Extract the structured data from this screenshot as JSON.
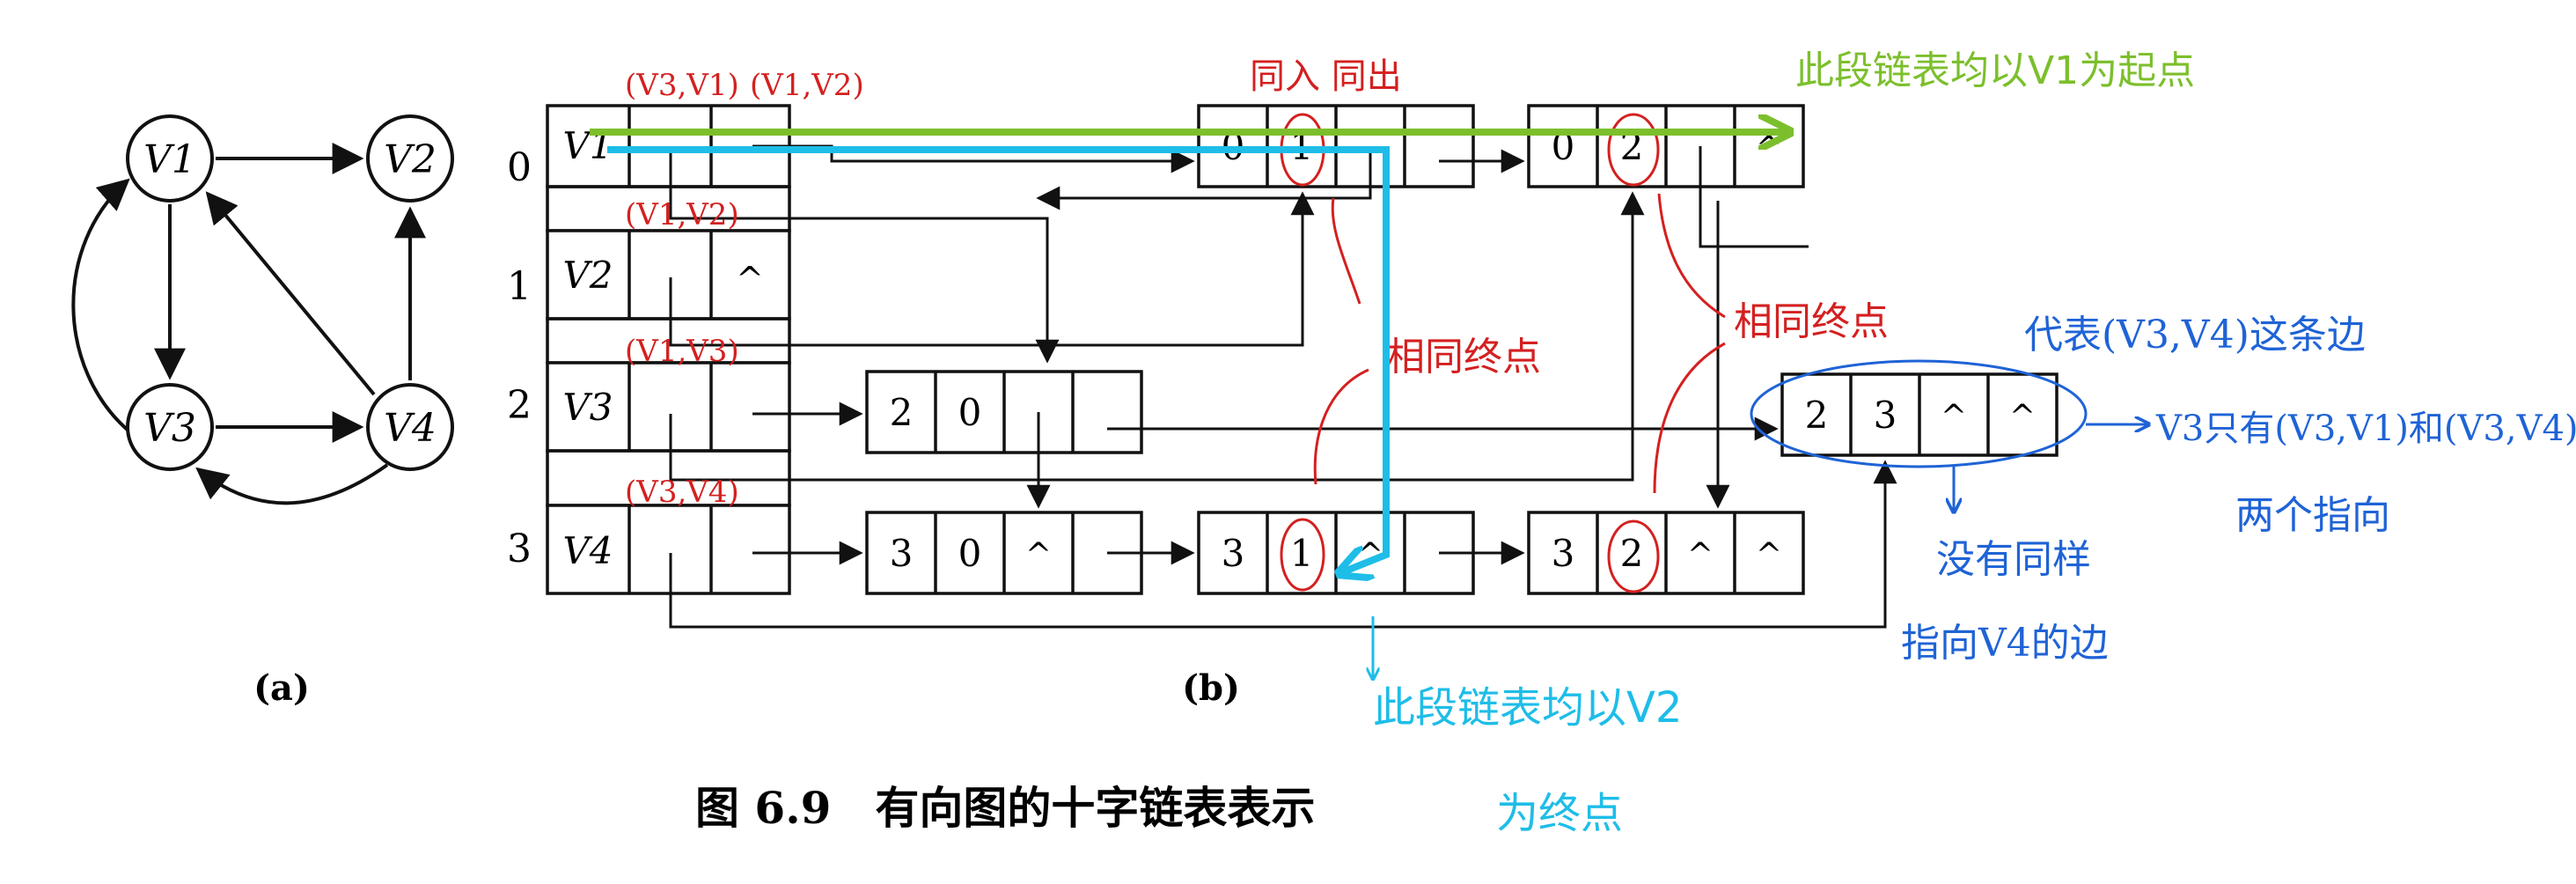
{
  "graph": {
    "v1": "V1",
    "v2": "V2",
    "v3": "V3",
    "v4": "V4",
    "label": "(a)"
  },
  "list": {
    "label": "(b)",
    "rows": {
      "r0": "0",
      "r1": "1",
      "r2": "2",
      "r3": "3"
    },
    "vertices": {
      "v1": "V1",
      "v2": "V2",
      "v3": "V3",
      "v4": "V4"
    },
    "v2_null": "^",
    "arcs": {
      "a01": {
        "t": "0",
        "h": "1"
      },
      "a02": {
        "t": "0",
        "h": "2",
        "tl": "^"
      },
      "a20": {
        "t": "2",
        "h": "0"
      },
      "a30": {
        "t": "3",
        "h": "0",
        "hl": "^"
      },
      "a31": {
        "t": "3",
        "h": "1",
        "hl": "^"
      },
      "a32": {
        "t": "3",
        "h": "2",
        "hl": "^",
        "tl": "^"
      },
      "a23": {
        "t": "2",
        "h": "3",
        "hl": "^",
        "tl": "^"
      }
    }
  },
  "caption": "图 6.9　有向图的十字链表表示",
  "annotations": {
    "v3v1": "(V3,V1)",
    "v1v2": "(V1,V2)",
    "v1v2b": "(V1,V2)",
    "v3v2": "(V1,V3)",
    "v4v1": "(V3,V4)",
    "same_in_out": "同入 同出",
    "green_note": "此段链表均以V1为起点",
    "same_tail_1": "相同终点",
    "same_tail_2": "相同终点",
    "represents": "代表(V3,V4)这条边",
    "v3_only_line1": "V3只有(V3,V1)和(V3,V4)",
    "v3_only_line2": "两个指向",
    "no_same_line1": "没有同样",
    "no_same_line2": "指向V4的边",
    "cyan_note_line1": "此段链表均以V2",
    "cyan_note_line2": "为终点"
  },
  "colors": {
    "ink": "#111111",
    "red": "#d42020",
    "green": "#7cbf2c",
    "cyan": "#1ebde8",
    "blue": "#1f63d6"
  }
}
